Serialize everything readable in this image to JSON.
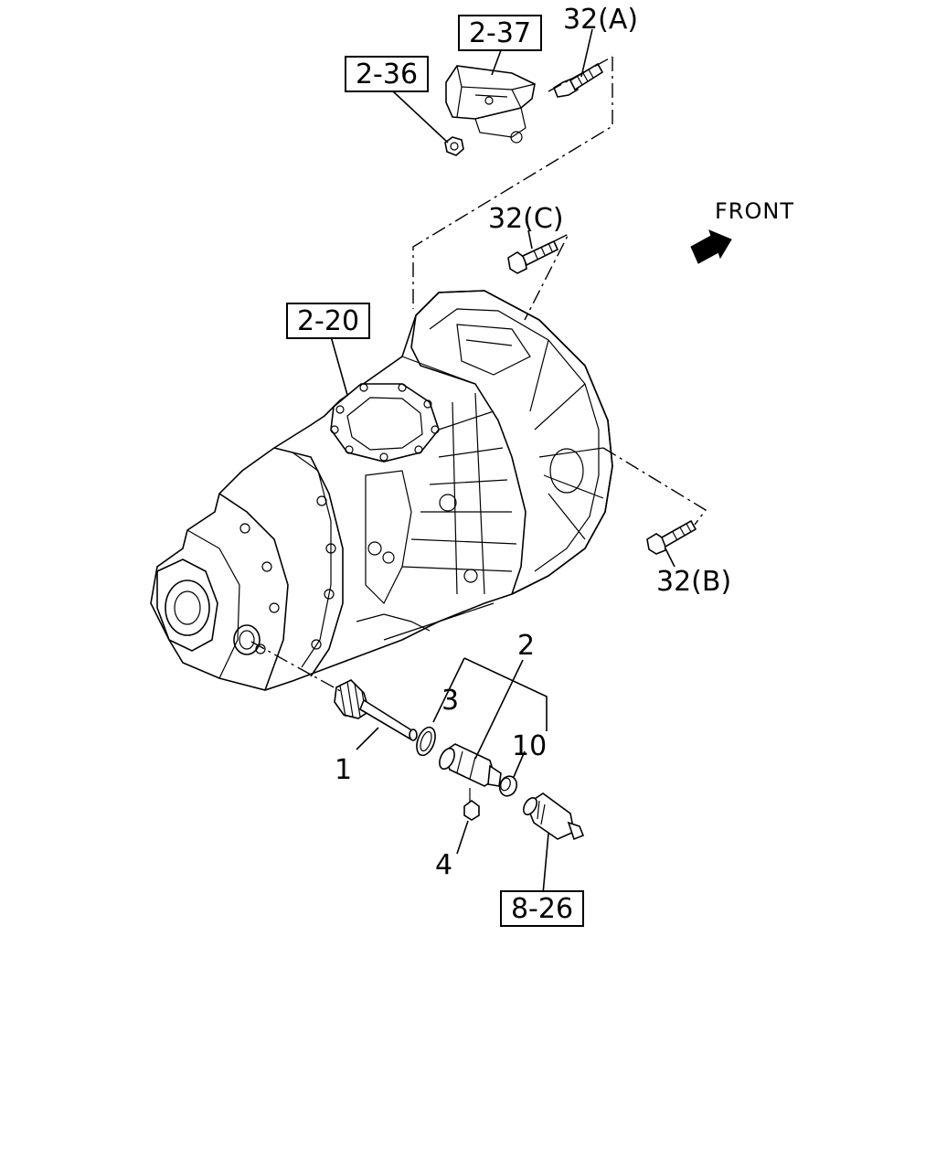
{
  "diagram": {
    "orientation_label": "FRONT",
    "ref_boxes": {
      "ref_2_37": "2-37",
      "ref_2_36": "2-36",
      "ref_2_20": "2-20",
      "ref_8_26": "8-26"
    },
    "callouts": {
      "bolt_a": "32(A)",
      "bolt_b": "32(B)",
      "bolt_c": "32(C)",
      "part_1": "1",
      "part_2": "2",
      "part_3": "3",
      "part_4": "4",
      "part_10": "10"
    }
  }
}
